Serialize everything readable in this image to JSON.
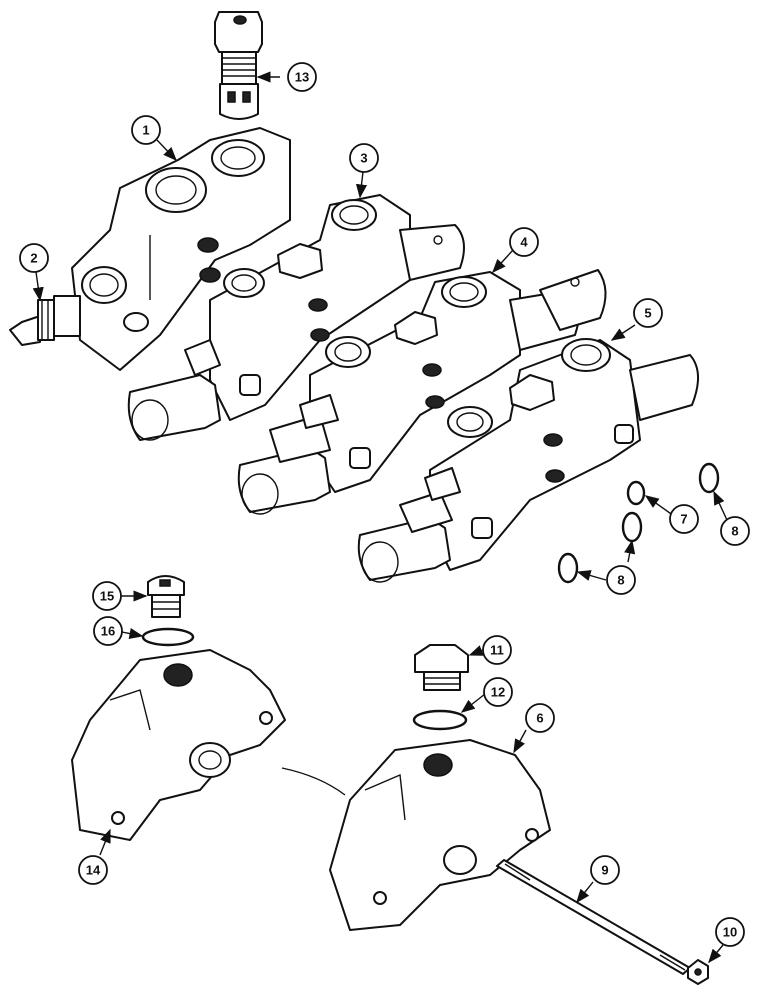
{
  "callouts": [
    {
      "id": "callout-1",
      "label": "1"
    },
    {
      "id": "callout-2",
      "label": "2"
    },
    {
      "id": "callout-3",
      "label": "3"
    },
    {
      "id": "callout-4",
      "label": "4"
    },
    {
      "id": "callout-5",
      "label": "5"
    },
    {
      "id": "callout-6",
      "label": "6"
    },
    {
      "id": "callout-7",
      "label": "7"
    },
    {
      "id": "callout-8a",
      "label": "8"
    },
    {
      "id": "callout-8b",
      "label": "8"
    },
    {
      "id": "callout-9",
      "label": "9"
    },
    {
      "id": "callout-10",
      "label": "10"
    },
    {
      "id": "callout-11",
      "label": "11"
    },
    {
      "id": "callout-12",
      "label": "12"
    },
    {
      "id": "callout-13",
      "label": "13"
    },
    {
      "id": "callout-14",
      "label": "14"
    },
    {
      "id": "callout-15",
      "label": "15"
    },
    {
      "id": "callout-16",
      "label": "16"
    }
  ]
}
